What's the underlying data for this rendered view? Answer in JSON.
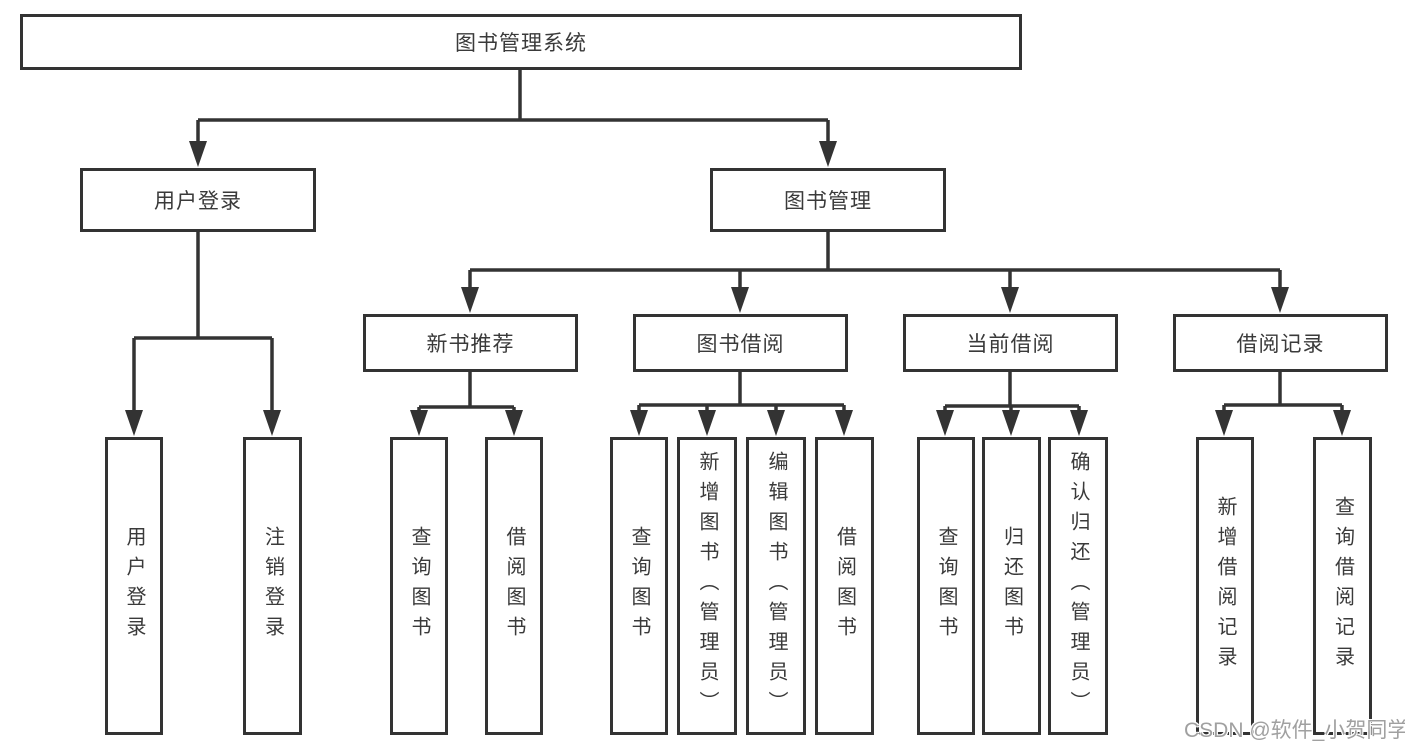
{
  "root": {
    "label": "图书管理系统"
  },
  "branches": [
    {
      "label": "用户登录",
      "children": [
        {
          "label": "用户登录"
        },
        {
          "label": "注销登录"
        }
      ]
    },
    {
      "label": "图书管理",
      "children": [
        {
          "label": "新书推荐",
          "children": [
            {
              "label": "查询图书"
            },
            {
              "label": "借阅图书"
            }
          ]
        },
        {
          "label": "图书借阅",
          "children": [
            {
              "label": "查询图书"
            },
            {
              "label": "新增图书（管理员）"
            },
            {
              "label": "编辑图书（管理员）"
            },
            {
              "label": "借阅图书"
            }
          ]
        },
        {
          "label": "当前借阅",
          "children": [
            {
              "label": "查询图书"
            },
            {
              "label": "归还图书"
            },
            {
              "label": "确认归还（管理员）"
            }
          ]
        },
        {
          "label": "借阅记录",
          "children": [
            {
              "label": "新增借阅记录"
            },
            {
              "label": "查询借阅记录"
            }
          ]
        }
      ]
    }
  ],
  "watermark": {
    "text": "CSDN @软件_小贺同学"
  },
  "colors": {
    "line": "#333333",
    "box_border": "#333333",
    "text": "#3a3a3a",
    "watermark": "#a0a0a0",
    "background": "#ffffff"
  }
}
